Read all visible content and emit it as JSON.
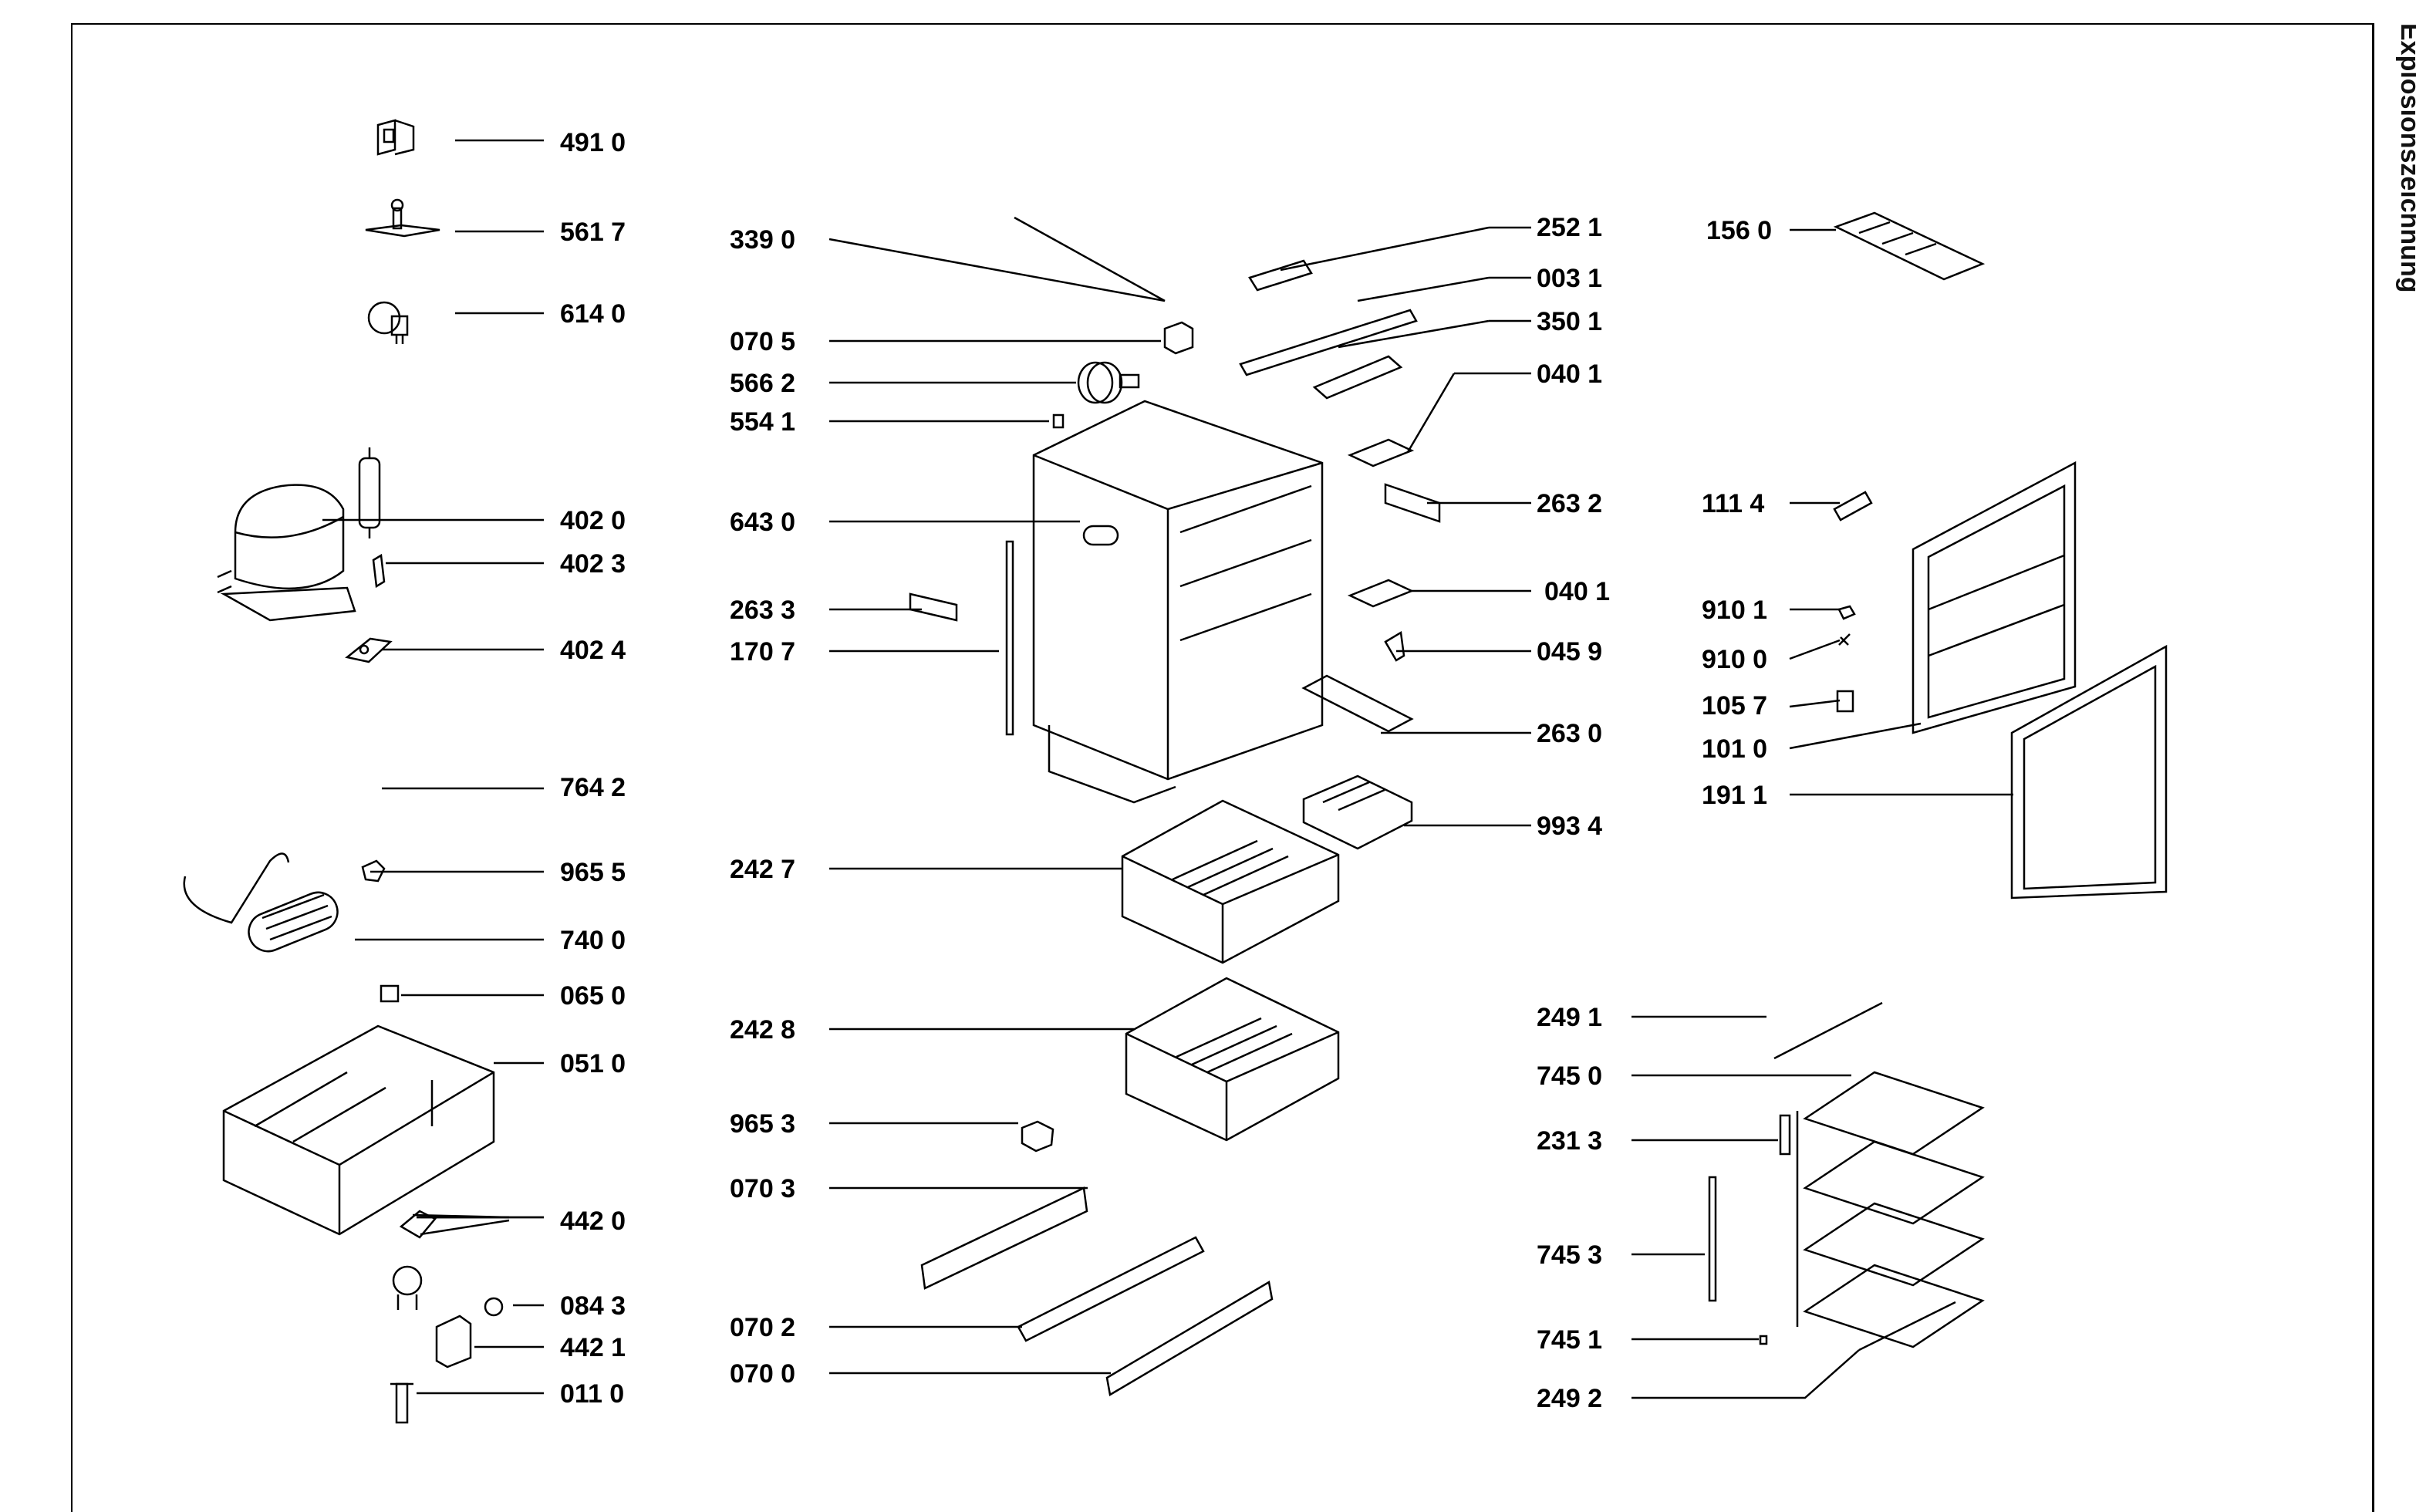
{
  "side_title": "Explosionszeichnung",
  "labels": {
    "p4910": "491 0",
    "p5617": "561 7",
    "p6140": "614 0",
    "p4020": "402 0",
    "p4023": "402 3",
    "p4024": "402 4",
    "p7642": "764 2",
    "p9655": "965 5",
    "p7400": "740 0",
    "p0650": "065 0",
    "p0510": "051 0",
    "p4420": "442 0",
    "p0843": "084 3",
    "p4421": "442 1",
    "p0110": "011 0",
    "p3390": "339 0",
    "p0705": "070 5",
    "p5662": "566 2",
    "p5541": "554 1",
    "p6430": "643 0",
    "p2633": "263 3",
    "p1707": "170 7",
    "p2427": "242 7",
    "p2428": "242 8",
    "p9653": "965 3",
    "p0703": "070 3",
    "p0702": "070 2",
    "p0700": "070 0",
    "p2521": "252 1",
    "p0031": "003 1",
    "p3501": "350 1",
    "p0401a": "040 1",
    "p2632": "263 2",
    "p0401b": "040 1",
    "p0459": "045 9",
    "p2630": "263 0",
    "p9934": "993 4",
    "p1560": "156 0",
    "p1114": "111 4",
    "p9101": "910 1",
    "p9100": "910 0",
    "p1057": "105 7",
    "p1010": "101 0",
    "p1911": "191 1",
    "p2491": "249 1",
    "p7450": "745 0",
    "p2313": "231 3",
    "p7453": "745 3",
    "p7451": "745 1",
    "p2492": "249 2"
  }
}
